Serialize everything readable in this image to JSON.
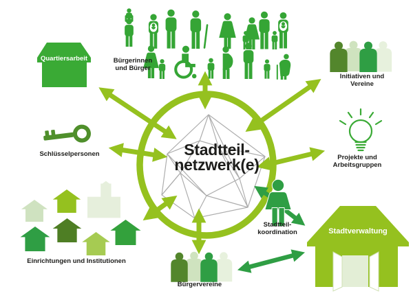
{
  "center": {
    "line1": "Stadtteil-",
    "line2": "netzwerk(e)",
    "icon": "network-polyhedron-icon"
  },
  "nodes": {
    "quartiersarbeit": {
      "label": "Quartiersarbeit",
      "icon": "house-icon"
    },
    "buergerinnen_und_buerger": {
      "line1": "Bürgerinnen",
      "line2": "und Bürger",
      "icon": "citizen-pictogram-crowd-icon"
    },
    "initiativen_und_vereine": {
      "line1": "Initiativen und",
      "line2": "Vereine",
      "icon": "four-person-group-icon"
    },
    "projekte_und_arbeitsgruppen": {
      "line1": "Projekte und",
      "line2": "Arbeitsgruppen",
      "icon": "lightbulb-icon"
    },
    "stadtverwaltung": {
      "label": "Stadtverwaltung",
      "icon": "town-hall-open-doors-icon"
    },
    "stadtteilkoordination": {
      "line1": "Stadtteil-",
      "line2": "koordination",
      "icon": "person-icon"
    },
    "buergervereine": {
      "label": "Bürgervereine",
      "icon": "four-person-group-icon"
    },
    "einrichtungen_und_institutionen": {
      "label": "Einrichtungen und Institutionen",
      "icon": "building-cluster-icon"
    },
    "schluesselpersonen": {
      "label": "Schlüsselpersonen",
      "icon": "key-icon"
    }
  },
  "crowd_figures": [
    "adult-with-child-on-shoulders",
    "parent-carrying-baby",
    "man",
    "man-with-cane",
    "woman",
    "family-with-children",
    "parent-carrying-baby",
    "woman-with-child",
    "wheelchair-user",
    "child",
    "pregnant-woman",
    "man",
    "child",
    "elderly-person-with-cane"
  ],
  "connections": [
    {
      "between": [
        "center",
        "buergerinnen_und_buerger"
      ],
      "type": "double-arrow"
    },
    {
      "between": [
        "center",
        "quartiersarbeit"
      ],
      "type": "double-arrow"
    },
    {
      "between": [
        "center",
        "schluesselpersonen"
      ],
      "type": "double-arrow"
    },
    {
      "between": [
        "center",
        "einrichtungen_und_institutionen"
      ],
      "type": "double-arrow"
    },
    {
      "between": [
        "center",
        "buergervereine"
      ],
      "type": "double-arrow"
    },
    {
      "between": [
        "center",
        "initiativen_und_vereine"
      ],
      "type": "double-arrow"
    },
    {
      "between": [
        "center",
        "projekte_und_arbeitsgruppen"
      ],
      "type": "double-arrow"
    },
    {
      "between": [
        "stadtteilkoordination",
        "center"
      ],
      "type": "single-arrow"
    },
    {
      "between": [
        "stadtteilkoordination",
        "stadtverwaltung"
      ],
      "type": "single-arrow"
    },
    {
      "between": [
        "buergervereine",
        "stadtverwaltung"
      ],
      "type": "double-arrow"
    }
  ],
  "colors": {
    "ring_and_arrows": "#95c11f",
    "pictogram_green": "#35a535",
    "dark_arrow_green": "#2f9e44",
    "olive_green": "#53862c",
    "pale_green": "#cfe3bf",
    "lightest_green": "#e7f1dd",
    "key_green": "#4f8f2b",
    "dark_house_green": "#4e7e24",
    "light_house_green": "#a6cb52",
    "wireframe_gray": "#a9a9a9",
    "text_color": "#1d1d1b",
    "background": "#ffffff"
  }
}
